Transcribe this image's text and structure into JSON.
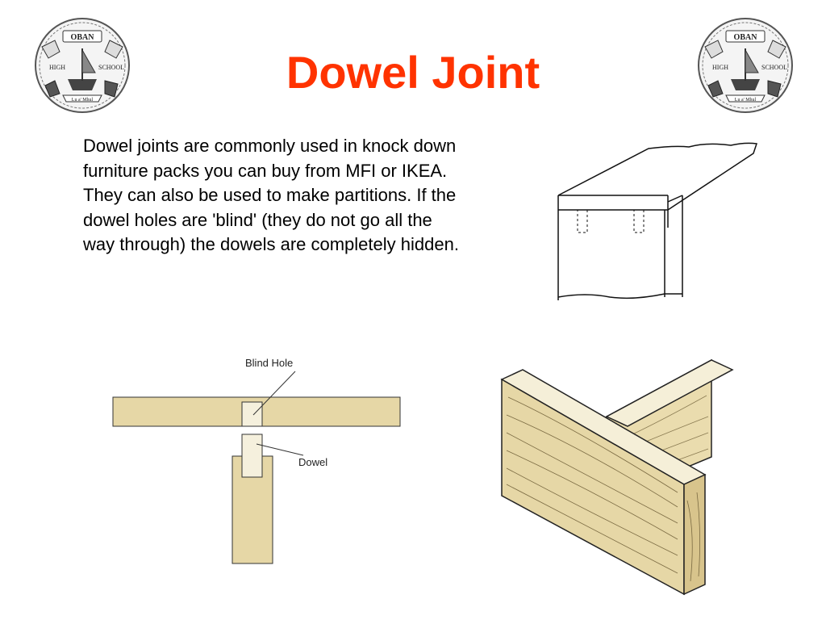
{
  "slide": {
    "title": "Dowel Joint",
    "body": "Dowel joints are commonly used in knock down furniture packs you can buy from MFI or IKEA.  They can also be used to make partitions. If the dowel holes are 'blind' (they do not go all the way through) the dowels are completely hidden.",
    "colors": {
      "title": "#ff3300",
      "wood": "#e6d7a6",
      "dowel": "#f5f0dd"
    }
  },
  "crest": {
    "top_text": "OBAN",
    "left_text": "HIGH",
    "right_text": "SCHOOL",
    "motto": "Lu a' Mhul"
  },
  "diagram_labels": {
    "blind_hole": "Blind Hole",
    "dowel": "Dowel"
  }
}
